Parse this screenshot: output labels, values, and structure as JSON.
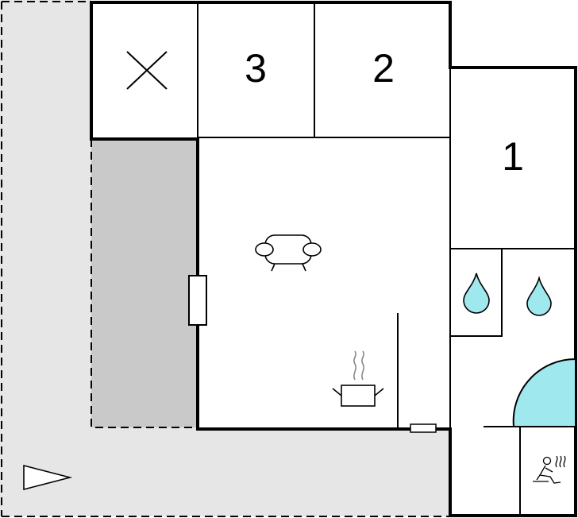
{
  "floorplan": {
    "rooms": [
      {
        "id": "bedroom-3",
        "label": "3"
      },
      {
        "id": "bedroom-2",
        "label": "2"
      },
      {
        "id": "bedroom-1",
        "label": "1"
      }
    ],
    "icons": {
      "unnumbered_room": "cross-icon",
      "living_room": "sofa-icon",
      "kitchen": "cooking-pot-icon",
      "bathroom_1": "water-drop-icon",
      "bathroom_2": "water-drop-icon",
      "sauna": "sauna-icon",
      "entrance": "entrance-arrow-icon"
    },
    "colors": {
      "wall": "#000000",
      "terrace": "#e6e6e6",
      "covered_terrace": "#c9c9c9",
      "water": "#9ee8ee"
    }
  }
}
